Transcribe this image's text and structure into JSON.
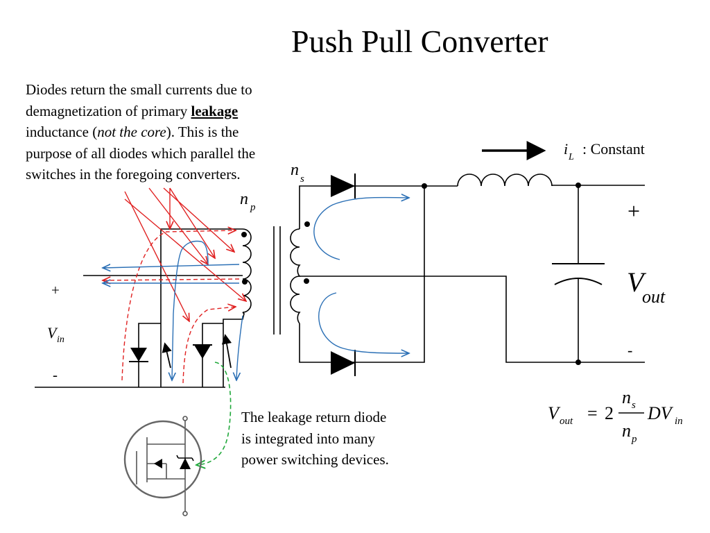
{
  "slide": {
    "title": "Push Pull Converter",
    "note": {
      "part1": "Diodes return the small currents due to demagnetization of primary",
      "emph": "leakage",
      "part2": "inductance (",
      "italic": "not the core",
      "part3": "). This is the purpose of all diodes which parallel the switches in the foregoing converters."
    },
    "diode_note": "The leakage return diode is integrated into many power switching devices."
  },
  "labels": {
    "ns_main": "n",
    "ns_sub": "s",
    "np_main": "n",
    "np_sub": "p",
    "il_main": "i",
    "il_sub": "L",
    "il_text": ": Constant",
    "plus_out": "+",
    "minus_out": "-",
    "vout_main": "V",
    "vout_sub": "out",
    "plus_in": "+",
    "minus_in": "-",
    "vin_main": "V",
    "vin_sub": "in"
  },
  "formula": {
    "lhs_main": "V",
    "lhs_sub": "out",
    "equals": "=",
    "factor": "2",
    "num_main": "n",
    "num_sub": "s",
    "den_main": "n",
    "den_sub": "p",
    "rhs_main": "DV",
    "rhs_sub": "in"
  },
  "colors": {
    "wire": "#000000",
    "leakage_current": "#e02020",
    "magnetizing_current": "#2a6fb5",
    "device_link": "#1fa83a"
  }
}
